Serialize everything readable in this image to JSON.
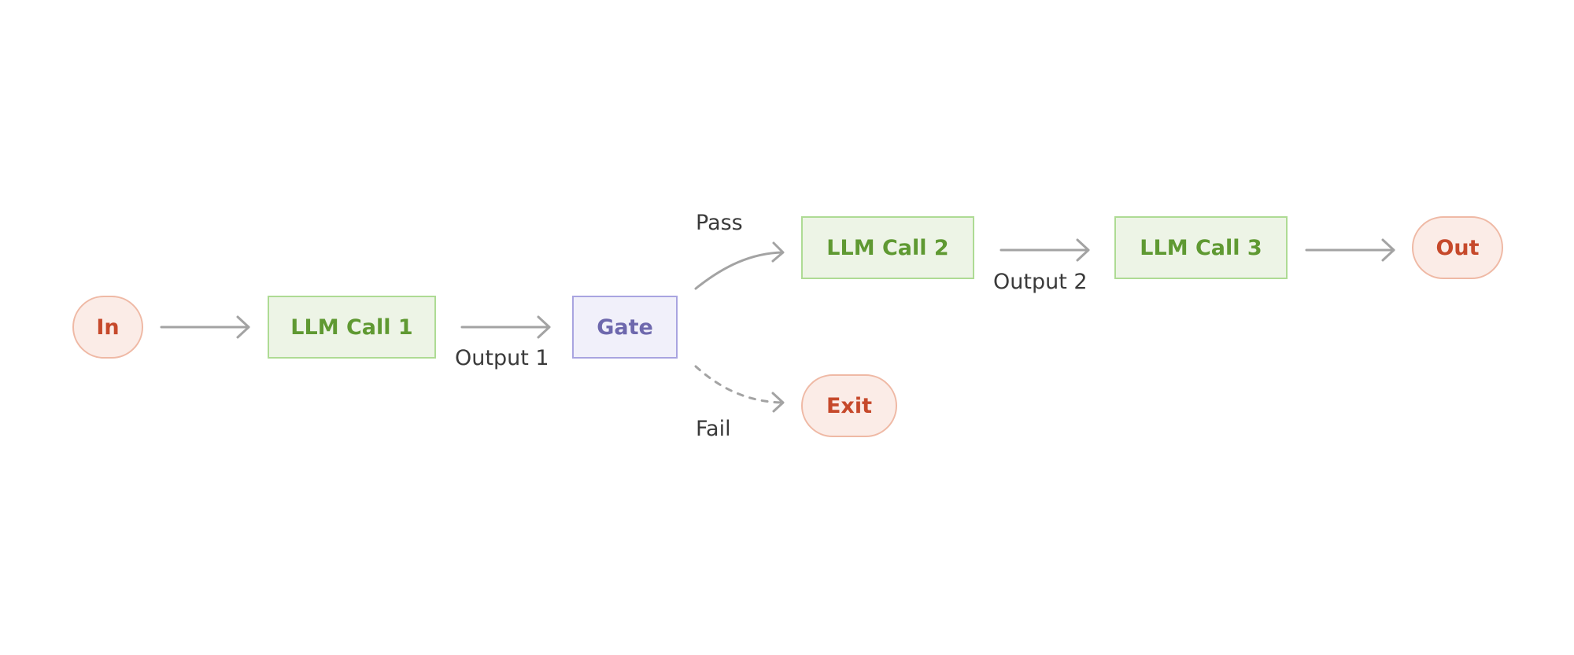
{
  "nodes": {
    "in": "In",
    "llm_call_1": "LLM Call 1",
    "gate": "Gate",
    "llm_call_2": "LLM Call 2",
    "llm_call_3": "LLM Call 3",
    "out": "Out",
    "exit": "Exit"
  },
  "edge_labels": {
    "output_1": "Output 1",
    "pass": "Pass",
    "fail": "Fail",
    "output_2": "Output 2"
  },
  "edges": [
    {
      "from": "in",
      "to": "llm_call_1",
      "style": "solid"
    },
    {
      "from": "llm_call_1",
      "to": "gate",
      "label": "Output 1",
      "style": "solid"
    },
    {
      "from": "gate",
      "to": "llm_call_2",
      "label": "Pass",
      "style": "solid"
    },
    {
      "from": "gate",
      "to": "exit",
      "label": "Fail",
      "style": "dashed"
    },
    {
      "from": "llm_call_2",
      "to": "llm_call_3",
      "label": "Output 2",
      "style": "solid"
    },
    {
      "from": "llm_call_3",
      "to": "out",
      "style": "solid"
    }
  ],
  "colors": {
    "terminal_fill": "#fbece7",
    "terminal_border": "#efb9a5",
    "terminal_text": "#c6492b",
    "llm_fill": "#edf4e6",
    "llm_border": "#aedb94",
    "llm_text": "#5f9932",
    "gate_fill": "#f1f0fa",
    "gate_border": "#a9a4e0",
    "gate_text": "#6e68ad",
    "arrow": "#a3a3a3",
    "label_text": "#3a3a3a"
  }
}
